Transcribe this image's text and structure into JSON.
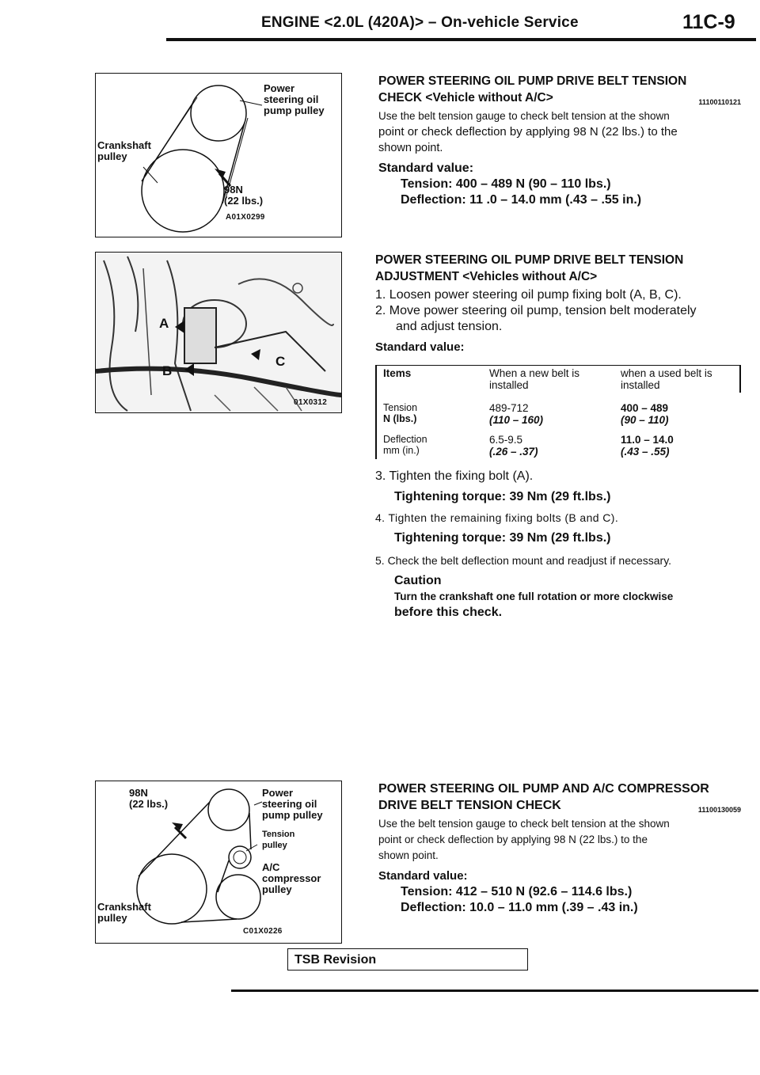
{
  "header": {
    "title": "ENGINE <2.0L (420A)> – On-vehicle Service",
    "page_no": "11C-9"
  },
  "fig1": {
    "label_pump": [
      "Power",
      "steering oil",
      "pump pulley"
    ],
    "label_crank": [
      "Crankshaft",
      "pulley"
    ],
    "label_force": [
      "98N",
      "(22 lbs.)"
    ],
    "code": "A01X0299"
  },
  "fig2": {
    "label_a": "A",
    "label_b": "B",
    "label_c": "C",
    "code": "01X0312"
  },
  "fig3": {
    "label_force": [
      "98N",
      "(22 lbs.)"
    ],
    "label_pump": [
      "Power",
      "steering oil",
      "pump pulley"
    ],
    "label_tension": [
      "Tension",
      "pulley"
    ],
    "label_ac": [
      "A/C",
      "compressor",
      "pulley"
    ],
    "label_crank": [
      "Crankshaft",
      "pulley"
    ],
    "code": "C01X0226"
  },
  "sec1": {
    "title_line1": "POWER STEERING OIL PUMP DRIVE BELT TENSION",
    "title_line2": "CHECK <Vehicle without A/C>",
    "code": "11100110121",
    "text1": "Use the belt tension gauge to check belt tension at the shown",
    "text2": "point or check deflection by applying 98 N (22 lbs.) to the",
    "text3": "shown point.",
    "std_label": "Standard value:",
    "tension": "Tension: 400 – 489 N (90 – 110 lbs.)",
    "deflection": "Deflection: 11 .0 – 14.0 mm (.43 – .55 in.)"
  },
  "sec2": {
    "title_line1": "POWER STEERING OIL PUMP DRIVE BELT TENSION",
    "title_line2": "ADJUSTMENT <Vehicles without A/C>",
    "step1": "1. Loosen power steering oil pump fixing bolt (A, B, C).",
    "step2a": "2. Move power steering oil pump, tension belt moderately",
    "step2b": "and adjust tension.",
    "std_label": "Standard value:",
    "table": {
      "headers": [
        "Items",
        "When a new belt is installed",
        "when a used belt is installed"
      ],
      "rows": [
        {
          "item1": "Tension",
          "item2": "N (lbs.)",
          "new1": "489-712",
          "new2": "(110 – 160)",
          "used1": "400 – 489",
          "used2": "(90 – 110)"
        },
        {
          "item1": "Deflection",
          "item2": "mm (in.)",
          "new1": "6.5-9.5",
          "new2": "(.26 – .37)",
          "used1": "11.0 – 14.0",
          "used2": "(.43 – .55)"
        }
      ]
    },
    "step3": "3. Tighten the fixing bolt (A).",
    "torque1": "Tightening torque: 39 Nm (29 ft.lbs.)",
    "step4": "4. Tighten the remaining fixing bolts (B and C).",
    "torque2": "Tightening torque: 39 Nm (29 ft.lbs.)",
    "step5": "5. Check the belt deflection mount and readjust if necessary.",
    "caution": "Caution",
    "caution_text1": "Turn the crankshaft one full rotation or more clockwise",
    "caution_text2": "before this check."
  },
  "sec3": {
    "title_line1": "POWER STEERING OIL PUMP AND A/C COMPRESSOR",
    "title_line2": "DRIVE BELT TENSION CHECK",
    "code": "11100130059",
    "text1": "Use the belt tension gauge to check belt tension at the shown",
    "text2": "point or check deflection by applying 98 N (22 lbs.) to the",
    "text3": "shown point.",
    "std_label": "Standard value:",
    "tension": "Tension: 412 – 510 N (92.6 – 114.6 lbs.)",
    "deflection": "Deflection: 10.0 – 11.0 mm (.39 – .43 in.)"
  },
  "footer": {
    "tsb": "TSB Revision"
  }
}
